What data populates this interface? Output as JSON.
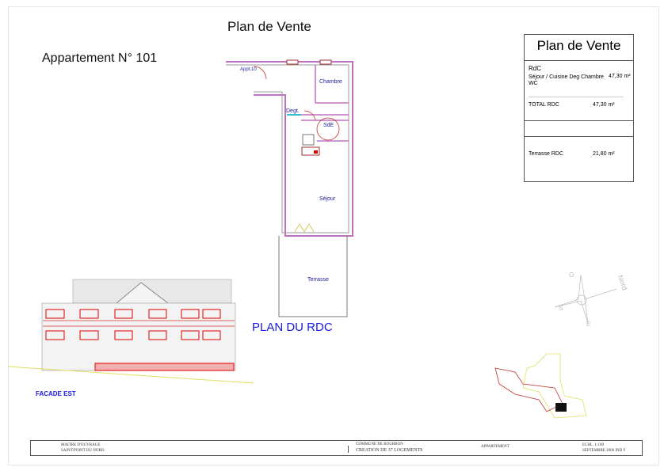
{
  "header": {
    "title": "Plan de Vente",
    "apartment": "Appartement N° 101"
  },
  "sale_box": {
    "title": "Plan de Vente",
    "level": "RdC",
    "rooms_line1": "Séjour / Cuisine Deg Chambre",
    "rooms_line2": "WC",
    "rooms_area": "47,30 m²",
    "total_label": "TOTAL RDC",
    "total_area": "47,30 m²",
    "terrace_label": "Terrasse  RDC",
    "terrace_area": "21,80 m²"
  },
  "plan": {
    "title": "PLAN DU RDC",
    "rooms": {
      "appt": "Appt.10",
      "chambre": "Chambre",
      "degt": "Degt.",
      "sde": "SdE",
      "sejour": "Séjour",
      "terrasse": "Terrasse"
    }
  },
  "facade": {
    "title": "FACADE  EST"
  },
  "compass": {
    "n": "Nord",
    "s": "S",
    "e": "E",
    "o": "O"
  },
  "footer": {
    "left_line1": "MAITRE D'OUVRAGE",
    "left_line2": "SAINT-POINT DU NORD",
    "project_line1": "COMMUNE DE BOURBON",
    "project_line2": "CREATION DE 37 LOGEMENTS",
    "doc_type": "APPARTEMENT",
    "right_line1": "ECHL. 1:100",
    "right_line2": "SEPTEMBRE 2006 IND F"
  },
  "colors": {
    "wall": "#c070c0",
    "door": "#c03030",
    "label": "#1a1ae0",
    "site": "#e0e060"
  }
}
